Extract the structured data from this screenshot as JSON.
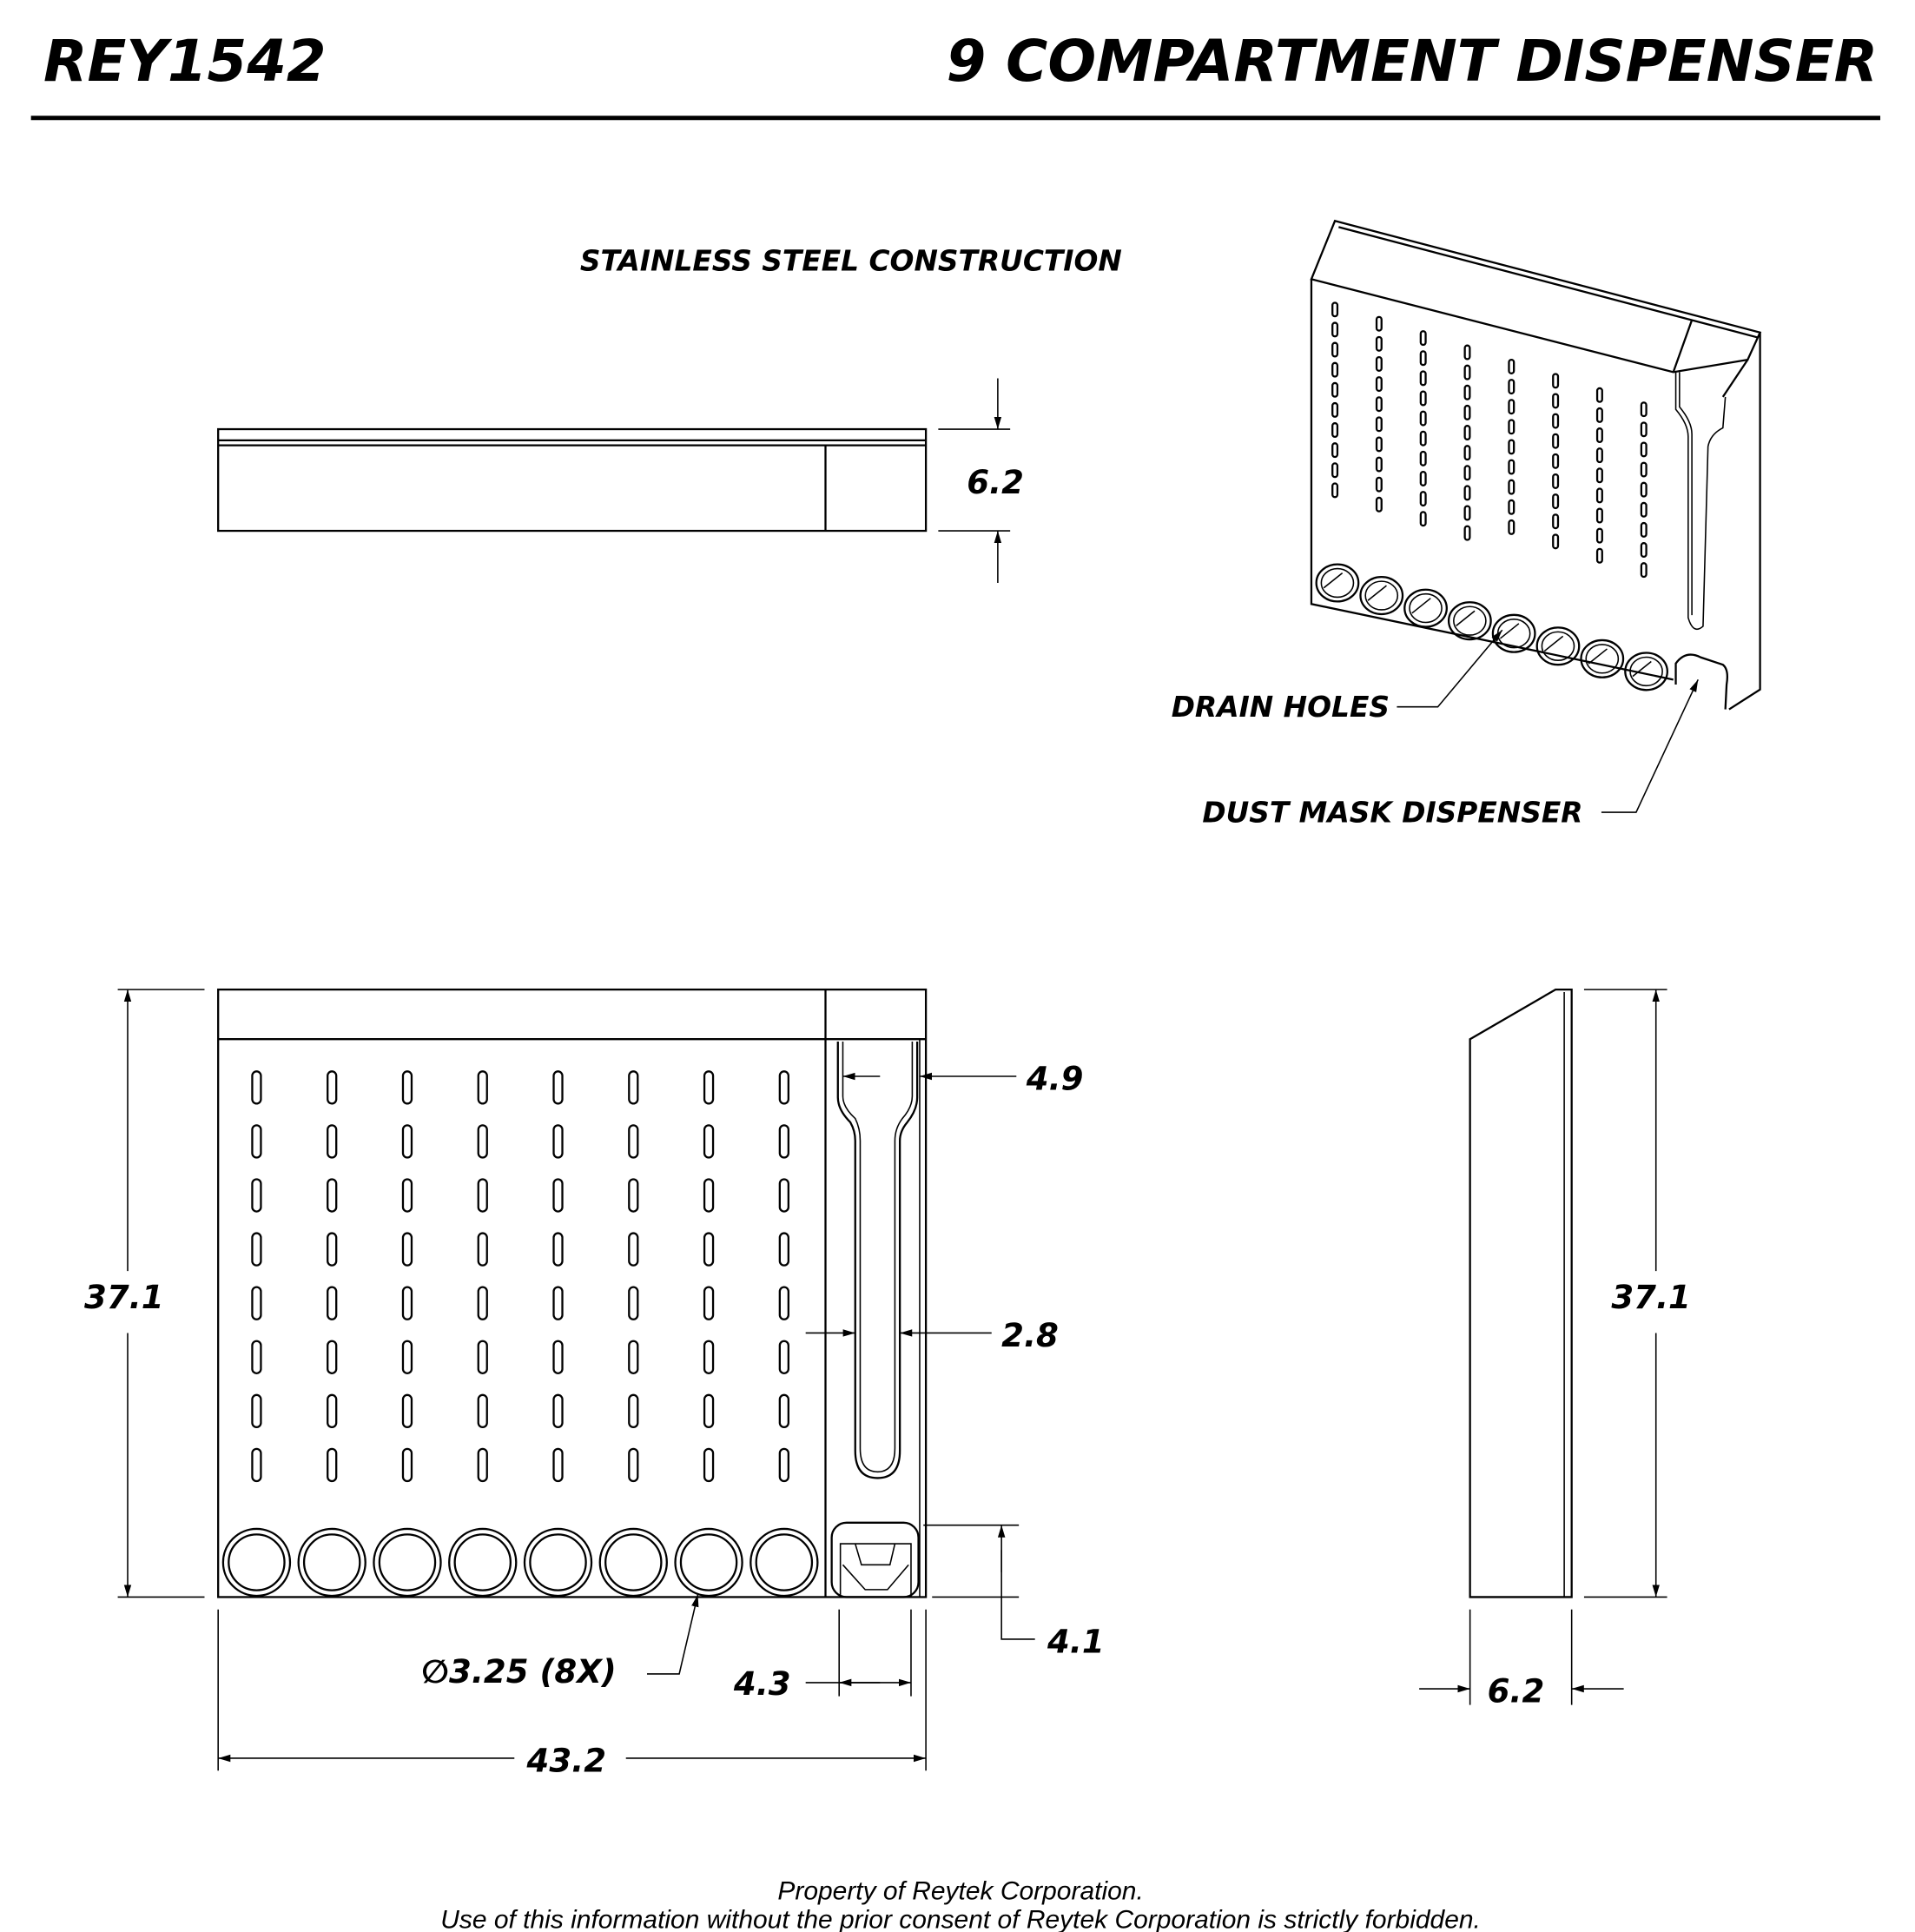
{
  "title_block": {
    "part_number": "REY1542",
    "title": "9 COMPARTMENT DISPENSER"
  },
  "notes": {
    "material": "STAINLESS STEEL CONSTRUCTION",
    "drain_holes_label": "DRAIN HOLES",
    "dust_mask_label": "DUST MASK DISPENSER"
  },
  "dimensions": {
    "top_depth": "6.2",
    "front_height": "37.1",
    "slot_top_width": "4.9",
    "slot_width": "2.8",
    "mask_height": "4.1",
    "mask_width": "4.3",
    "drain_hole_dia": "∅3.25 (8X)",
    "overall_width": "43.2",
    "side_height": "37.1",
    "side_depth": "6.2"
  },
  "counts": {
    "compartments": 8,
    "slot_rows": 8
  },
  "footer": {
    "line1": "Property of Reytek Corporation.",
    "line2": "Use of this information without the prior consent of Reytek Corporation is strictly forbidden."
  }
}
